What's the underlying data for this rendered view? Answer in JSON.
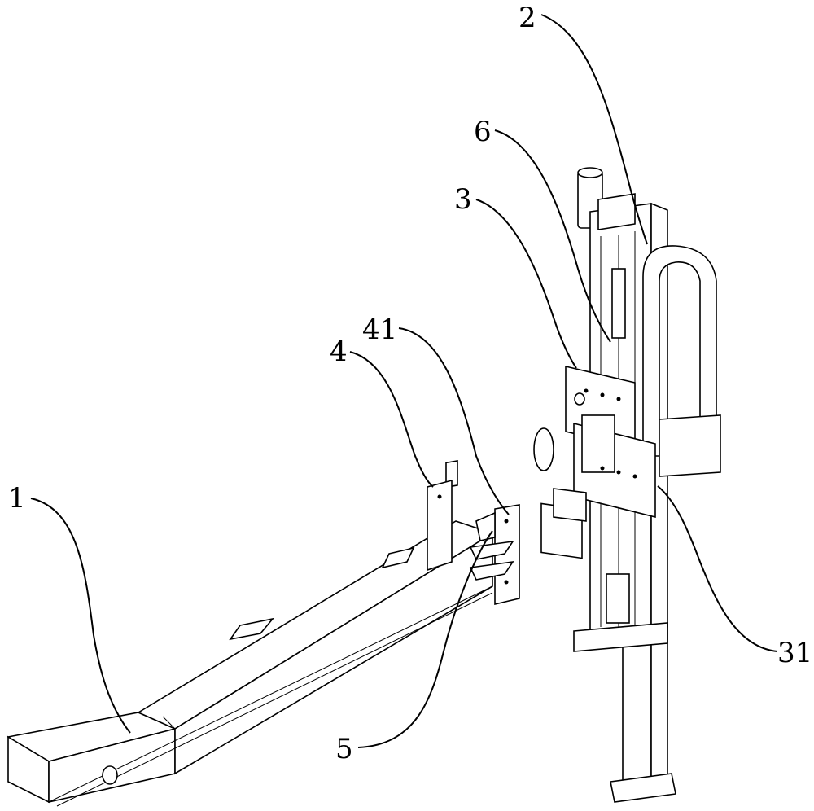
{
  "figure": {
    "labels": {
      "l2": "2",
      "l6": "6",
      "l3": "3",
      "l41": "41",
      "l4": "4",
      "l1": "1",
      "l31": "31",
      "l5": "5"
    }
  }
}
